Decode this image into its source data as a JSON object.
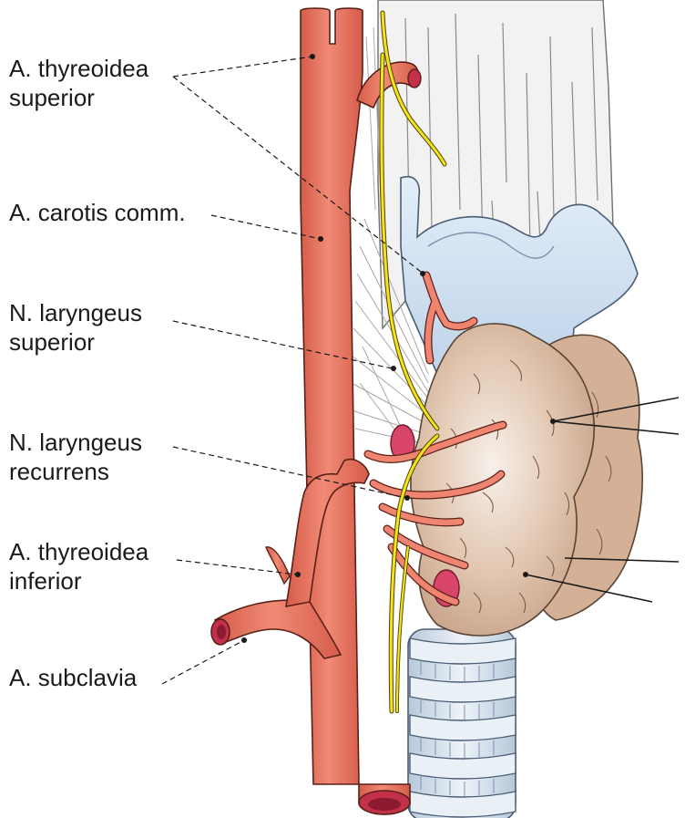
{
  "labels": {
    "thyreoidea_superior": [
      "A. thyreoidea",
      "superior"
    ],
    "carotis_comm": "A. carotis comm.",
    "laryngeus_superior": [
      "N. laryngeus",
      "superior"
    ],
    "laryngeus_recurrens": [
      "N. laryngeus",
      "recurrens"
    ],
    "thyreoidea_inferior": [
      "A. thyreoidea",
      "inferior"
    ],
    "subclavia": "A. subclavia"
  },
  "colors": {
    "artery": "#e27462",
    "artery_dark": "#c4503f",
    "artery_lumen": "#c3304a",
    "nerve": "#f5e21e",
    "thyroid": "#d8bba3",
    "thyroid_light": "#f4ece6",
    "cartilage": "#cfe0f2",
    "trachea": "#dde7f0",
    "parathyroid": "#d9456a",
    "muscle_line": "#9a9a9a"
  },
  "icons": [
    "artery-illustration",
    "thyroid-gland-illustration",
    "trachea-illustration",
    "nerve-illustration"
  ]
}
